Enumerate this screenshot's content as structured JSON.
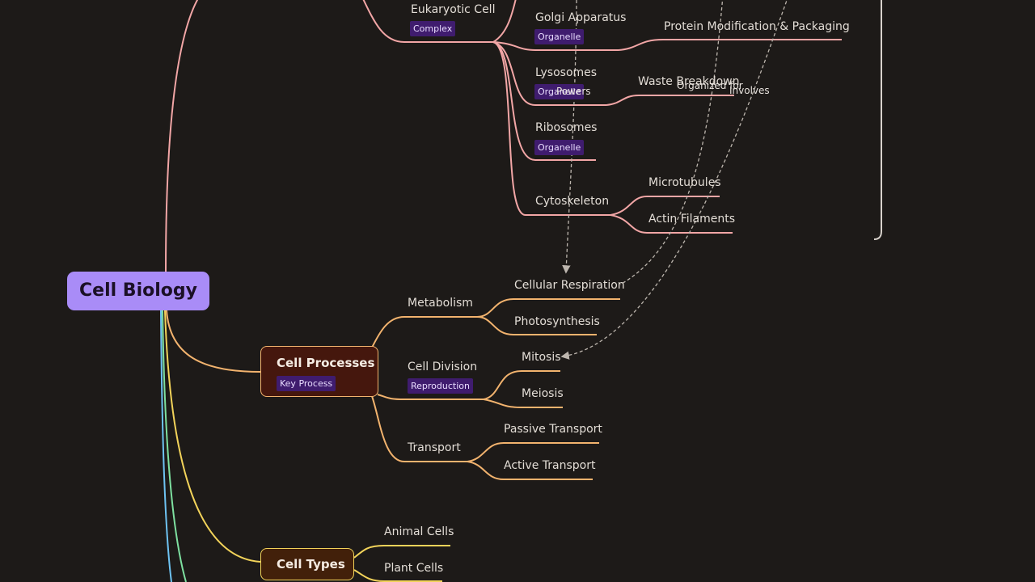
{
  "root": {
    "label": "Cell Biology"
  },
  "branches": {
    "cell_structure": {
      "eukaryotic": {
        "label": "Eukaryotic Cell",
        "tag": "Complex"
      },
      "golgi": {
        "label": "Golgi Apparatus",
        "tag": "Organelle",
        "leaf": "Protein Modification & Packaging"
      },
      "lysosomes": {
        "label": "Lysosomes",
        "tag": "Organelle",
        "leaf": "Waste Breakdown"
      },
      "ribosomes": {
        "label": "Ribosomes",
        "tag": "Organelle"
      },
      "cytoskeleton": {
        "label": "Cytoskeleton",
        "leaves": [
          "Microtubules",
          "Actin Filaments"
        ]
      }
    },
    "cell_processes": {
      "label": "Cell Processes",
      "tag": "Key Process",
      "metabolism": {
        "label": "Metabolism",
        "leaves": [
          "Cellular Respiration",
          "Photosynthesis"
        ]
      },
      "cell_division": {
        "label": "Cell Division",
        "tag": "Reproduction",
        "leaves": [
          "Mitosis",
          "Meiosis"
        ]
      },
      "transport": {
        "label": "Transport",
        "leaves": [
          "Passive Transport",
          "Active Transport"
        ]
      }
    },
    "cell_types": {
      "label": "Cell Types",
      "leaves": [
        "Animal Cells",
        "Plant Cells"
      ]
    }
  },
  "relationships": [
    "Powers",
    "Organized for",
    "Involves"
  ],
  "colors": {
    "background": "#1d1a18",
    "root": "#a98cf7",
    "structure_branch": "#f2a6a6",
    "processes_branch": "#f2b36e",
    "types_branch": "#f2d35a",
    "tag_bg": "#3f1c6e",
    "relation_line": "#bdb6ae",
    "extra_branch_green": "#7ee0a0",
    "extra_branch_blue": "#6ec3f2"
  }
}
